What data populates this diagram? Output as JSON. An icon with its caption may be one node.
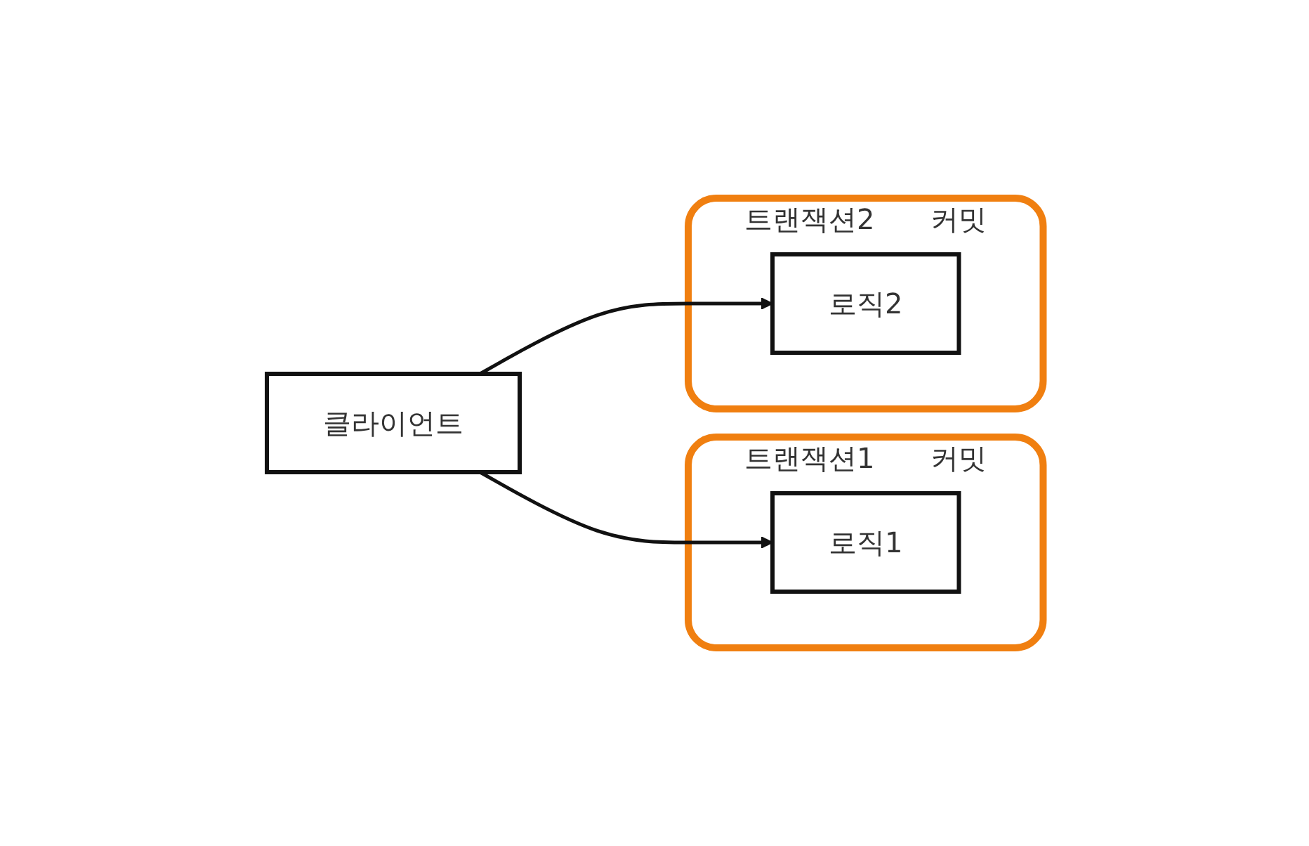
{
  "diagram": {
    "nodes": [
      {
        "text": [
          "클라이언트"
        ]
      },
      {
        "text": [
          "트랜잭션1"
        ],
        "beside": [
          "커밋"
        ]
      },
      {
        "text": [
          "로직1"
        ],
        "in": 1
      },
      {
        "text": [
          "트랜잭션2"
        ],
        "beside": [
          "커밋"
        ]
      },
      {
        "text": [
          "로직2"
        ],
        "in": 3
      }
    ],
    "edges": [
      {
        "from": 0,
        "to": 2,
        "arrow": "to"
      },
      {
        "from": 0,
        "to": 4,
        "arrow": "to"
      }
    ]
  }
}
